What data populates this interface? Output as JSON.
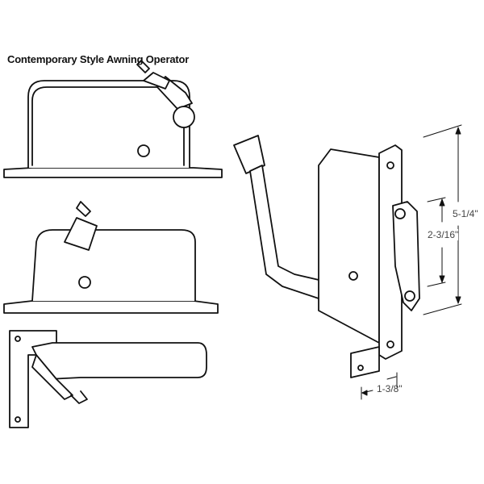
{
  "title": "Contemporary Style Awning Operator",
  "dimensions": {
    "height_overall": "5-1/4\"",
    "arm_span": "2-3/16\"",
    "width": "1-3/8\""
  }
}
